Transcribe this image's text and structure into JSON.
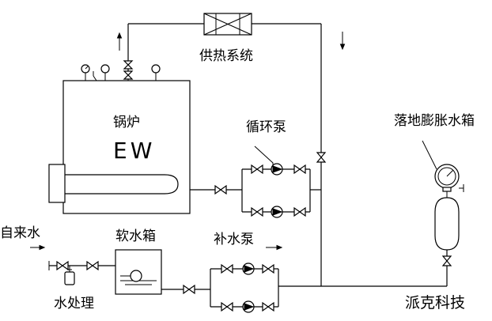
{
  "labels": {
    "heating_system": "供热系统",
    "boiler": "锅炉",
    "boiler_model": "EW",
    "circulation_pump": "循环泵",
    "expansion_tank": "落地膨胀水箱",
    "tap_water": "自来水",
    "soft_water_tank": "软水箱",
    "makeup_pump": "补水泵",
    "water_treatment": "水处理",
    "brand": "派克科技"
  },
  "icons": [
    "flow-arrow-icon",
    "valve-icon",
    "pump-icon",
    "pressure-gauge-icon",
    "thermometer-icon",
    "heat-exchanger-icon"
  ]
}
